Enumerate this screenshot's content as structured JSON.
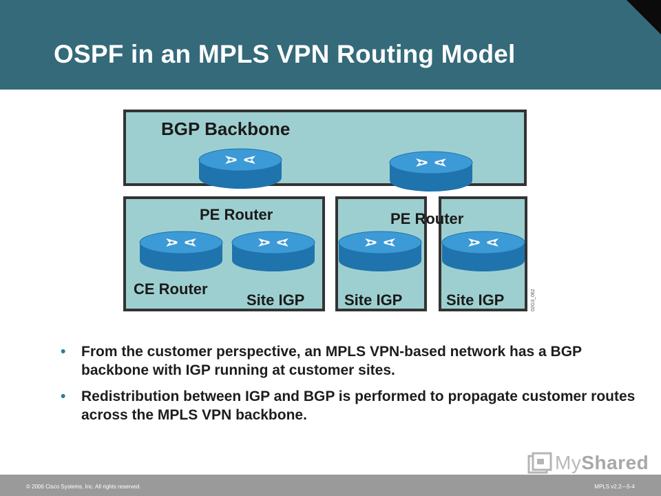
{
  "slide": {
    "title": "OSPF in an MPLS VPN Routing Model",
    "bullets": [
      "From the customer perspective, an MPLS VPN-based network has a BGP backbone with IGP running at customer sites.",
      "Redistribution between IGP and BGP is performed to propagate customer routes across the MPLS VPN backbone."
    ],
    "copyright": "© 2006 Cisco Systems, Inc. All rights reserved.",
    "slide_id": "MPLS v2.2—5-4",
    "logo_text_a": "My",
    "logo_text_b": "Shared"
  },
  "diagram": {
    "backbone_label": "BGP Backbone",
    "pe_router_label": "PE Router",
    "ce_router_label": "CE Router",
    "site_igp_label": "Site IGP",
    "figure_code": "02G3_062"
  },
  "colors": {
    "header": "#346a79",
    "box_fill": "#9ecfd0",
    "router_blue": "#2b88c4",
    "footer": "#9a9a9a"
  }
}
